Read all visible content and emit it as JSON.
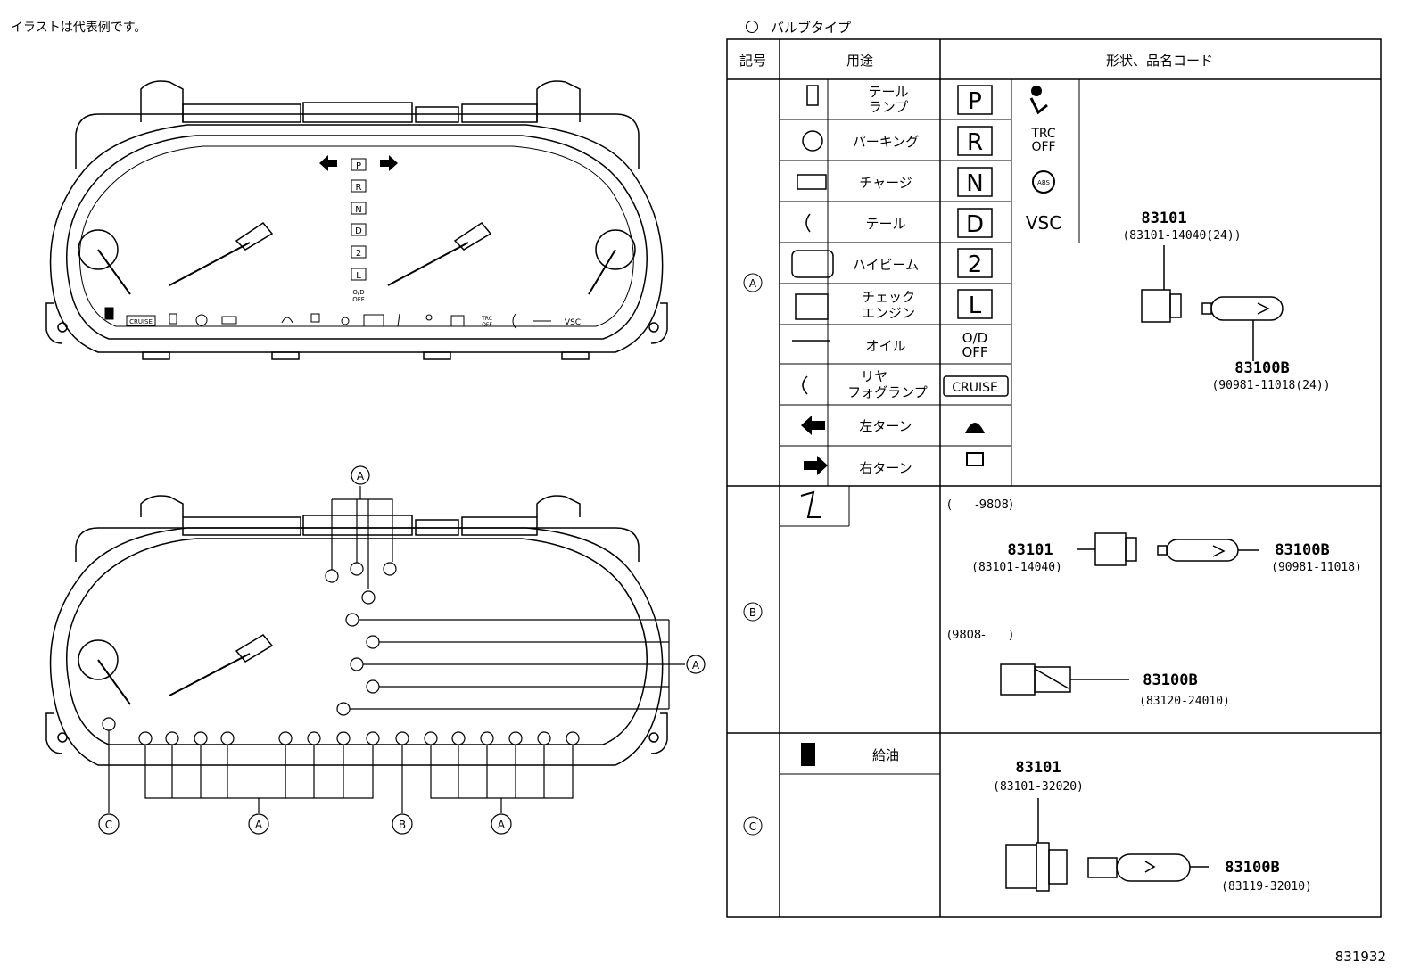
{
  "note": "イラストは代表例です。",
  "bulb_type_title": "バルブタイプ",
  "doc_number": "831932",
  "table": {
    "headers": {
      "symbol": "記号",
      "usage": "用途",
      "shape": "形状、品名コード"
    },
    "groups": {
      "A": {
        "symbol": "A",
        "items": [
          {
            "icon": "door-icon",
            "label": "テール\nランプ"
          },
          {
            "icon": "parking-brake-icon",
            "label": "パーキング"
          },
          {
            "icon": "battery-icon",
            "label": "チャージ"
          },
          {
            "icon": "tail-light-icon",
            "label": "テール"
          },
          {
            "icon": "high-beam-icon",
            "label": "ハイビーム"
          },
          {
            "icon": "check-engine-icon",
            "label": "チェック\nエンジン"
          },
          {
            "icon": "oil-icon",
            "label": "オイル"
          },
          {
            "icon": "rear-fog-icon",
            "label": "リヤ\nフォグランプ"
          },
          {
            "icon": "left-turn-icon",
            "label": "左ターン"
          },
          {
            "icon": "right-turn-icon",
            "label": "右ターン"
          }
        ],
        "shift_indicators": [
          "P",
          "R",
          "N",
          "D",
          "2",
          "L",
          "O/D\nOFF",
          "CRUISE",
          "door-open-icon",
          "slip-icon"
        ],
        "extra_indicators": [
          "airbag-icon",
          "TRC\nOFF",
          "ABS",
          "VSC"
        ],
        "socket_code": "83101",
        "socket_part": "(83101-14040(24))",
        "bulb_code": "83100B",
        "bulb_part": "(90981-11018(24))"
      },
      "B": {
        "symbol": "B",
        "items": [
          {
            "icon": "seatbelt-icon",
            "label": ""
          }
        ],
        "range1": "(　　-9808)",
        "socket_code": "83101",
        "socket_part": "(83101-14040)",
        "bulb_code": "83100B",
        "bulb_part": "(90981-11018)",
        "range2": "(9808-　　)",
        "bulb2_code": "83100B",
        "bulb2_part": "(83120-24010)"
      },
      "C": {
        "symbol": "C",
        "items": [
          {
            "icon": "fuel-icon",
            "label": "給油"
          }
        ],
        "socket_code": "83101",
        "socket_part": "(83101-32020)",
        "bulb_code": "83100B",
        "bulb_part": "(83119-32010)"
      }
    }
  },
  "cluster": {
    "shift_letters": [
      "P",
      "R",
      "N",
      "D",
      "2",
      "L",
      "O/D\nOFF"
    ],
    "bottom_icons": [
      "fuel-icon",
      "CRUISE",
      "door-icon",
      "parking-brake-icon",
      "battery-icon",
      "door-open-icon",
      "slip-icon",
      "tail-light-icon",
      "high-beam-icon",
      "seatbelt-icon",
      "airbag-icon",
      "check-engine-icon",
      "TRC\nOFF",
      "rear-fog-icon",
      "oil-icon",
      "VSC"
    ],
    "callouts": {
      "a": "A",
      "b": "B",
      "c": "C"
    }
  }
}
